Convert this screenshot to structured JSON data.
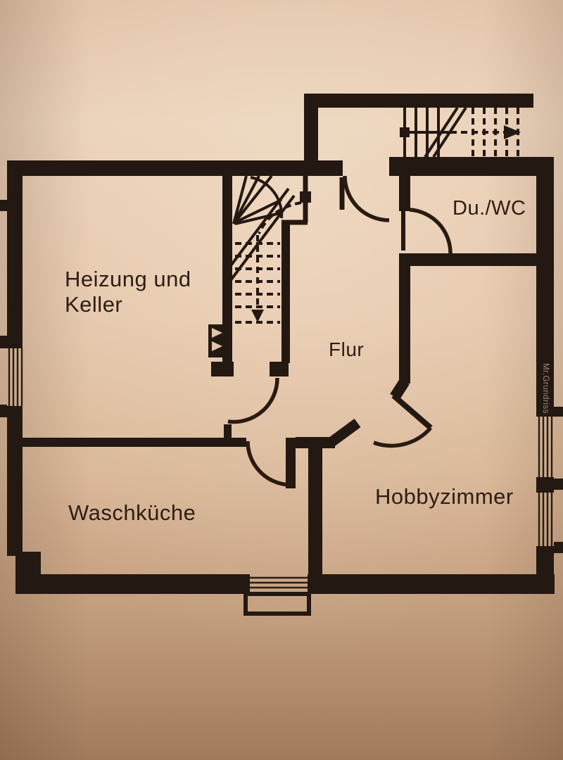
{
  "plan": {
    "kind": "basement floor plan (photo of printed Grundriss)",
    "rooms": {
      "heizung": {
        "lines": [
          "Heizung und",
          "Keller"
        ]
      },
      "duwc": {
        "label": "Du./WC"
      },
      "flur": {
        "label": "Flur"
      },
      "waschkueche": {
        "label": "Waschküche"
      },
      "hobbyzimmer": {
        "label": "Hobbyzimmer"
      }
    },
    "watermark": {
      "label": "Mr.Grundriss"
    },
    "stairs": {
      "exterior": {
        "direction_icon": "arrow-right-icon"
      },
      "interior": {
        "direction_icon": "arrow-down-icon"
      }
    },
    "colors": {
      "ink": "#241812",
      "paper_light": "#ecd5bd",
      "paper_mid": "#e2c3a8",
      "paper_dark": "#a37c5e",
      "watermark_gray": "#99897b"
    }
  }
}
